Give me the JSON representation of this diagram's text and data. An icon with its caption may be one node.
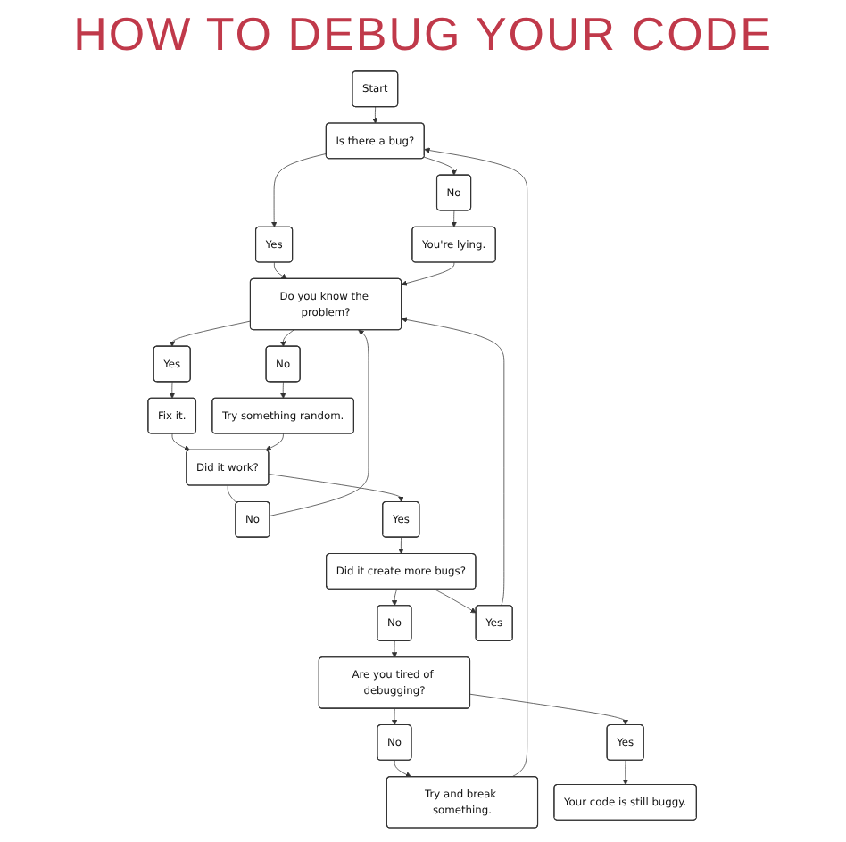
{
  "diagram": {
    "title": "HOW TO DEBUG YOUR CODE",
    "nodes": [
      {
        "text": [
          "Start"
        ]
      },
      {
        "text": [
          "Is there a bug?"
        ]
      },
      {
        "text": [
          "Yes"
        ]
      },
      {
        "text": [
          "Do you know the problem?"
        ]
      },
      {
        "text": [
          "Yes"
        ]
      },
      {
        "text": [
          "Fix it."
        ]
      },
      {
        "text": [
          "No"
        ]
      },
      {
        "text": [
          "No"
        ]
      },
      {
        "text": [
          "You're lying."
        ]
      },
      {
        "text": [
          "Did it work?"
        ]
      },
      {
        "text": [
          "No"
        ]
      },
      {
        "text": [
          "Try something random."
        ]
      },
      {
        "text": [
          "Yes"
        ]
      },
      {
        "text": [
          "Did it create more bugs?"
        ]
      },
      {
        "text": [
          "Try and break something."
        ]
      },
      {
        "text": [
          "No"
        ]
      },
      {
        "text": [
          "Are you tired of debugging?"
        ]
      },
      {
        "text": [
          "No"
        ]
      },
      {
        "text": [
          "Yes"
        ]
      },
      {
        "text": [
          "Yes"
        ]
      },
      {
        "text": [
          "Your code is still buggy."
        ]
      }
    ],
    "edges": [
      {
        "from": 0,
        "to": 1,
        "arrow": "to"
      },
      {
        "from": 1,
        "to": 2,
        "arrow": "to"
      },
      {
        "from": 2,
        "to": 3,
        "arrow": "to"
      },
      {
        "from": 3,
        "to": 4,
        "arrow": "to"
      },
      {
        "from": 4,
        "to": 5,
        "arrow": "to"
      },
      {
        "from": 1,
        "to": 6,
        "arrow": "to"
      },
      {
        "from": 6,
        "to": 8,
        "arrow": "to"
      },
      {
        "from": 3,
        "to": 7,
        "arrow": "to"
      },
      {
        "from": 7,
        "to": 11,
        "arrow": "to"
      },
      {
        "from": 8,
        "to": 3,
        "arrow": "to"
      },
      {
        "from": 5,
        "to": 9,
        "arrow": "to"
      },
      {
        "from": 11,
        "to": 9,
        "arrow": "to"
      },
      {
        "from": 9,
        "to": 10,
        "arrow": "none"
      },
      {
        "from": 10,
        "to": 3,
        "arrow": "to"
      },
      {
        "from": 9,
        "to": 12,
        "arrow": "to"
      },
      {
        "from": 12,
        "to": 13,
        "arrow": "to"
      },
      {
        "from": 13,
        "to": 17,
        "arrow": "to"
      },
      {
        "from": 17,
        "to": 16,
        "arrow": "to"
      },
      {
        "from": 13,
        "to": 18,
        "arrow": "to"
      },
      {
        "from": 18,
        "to": 3,
        "arrow": "to"
      },
      {
        "from": 16,
        "to": 15,
        "arrow": "to"
      },
      {
        "from": 15,
        "to": 14,
        "arrow": "to"
      },
      {
        "from": 16,
        "to": 19,
        "arrow": "to"
      },
      {
        "from": 19,
        "to": 20,
        "arrow": "to"
      },
      {
        "from": 14,
        "to": 1,
        "arrow": "to"
      }
    ]
  }
}
